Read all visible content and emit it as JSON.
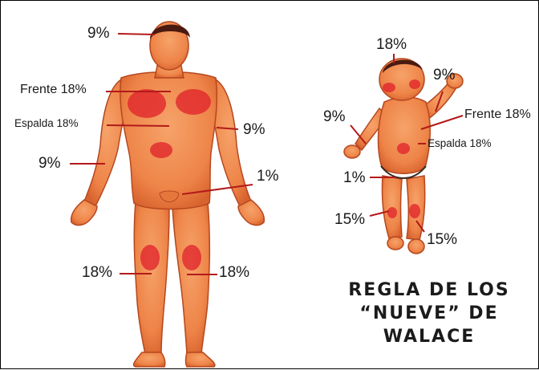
{
  "adult": {
    "head": "9%",
    "front": "Frente 18%",
    "back": "Espalda 18%",
    "right_arm": "9%",
    "left_arm": "9%",
    "genitals": "1%",
    "right_leg": "18%",
    "left_leg": "18%"
  },
  "child": {
    "head": "18%",
    "right_arm": "9%",
    "left_arm": "9%",
    "front": "Frente 18%",
    "back": "Espalda 18%",
    "genitals": "1%",
    "right_leg": "15%",
    "left_leg": "15%"
  },
  "title": {
    "line1": "REGLA DE LOS",
    "line2": "“NUEVE” DE",
    "line3": "WALACE"
  },
  "colors": {
    "skin": "#f08a4e",
    "skin_dark": "#c24a22",
    "burn": "#e0202a",
    "hair": "#4a1a10",
    "leader": "#b31a1a"
  }
}
